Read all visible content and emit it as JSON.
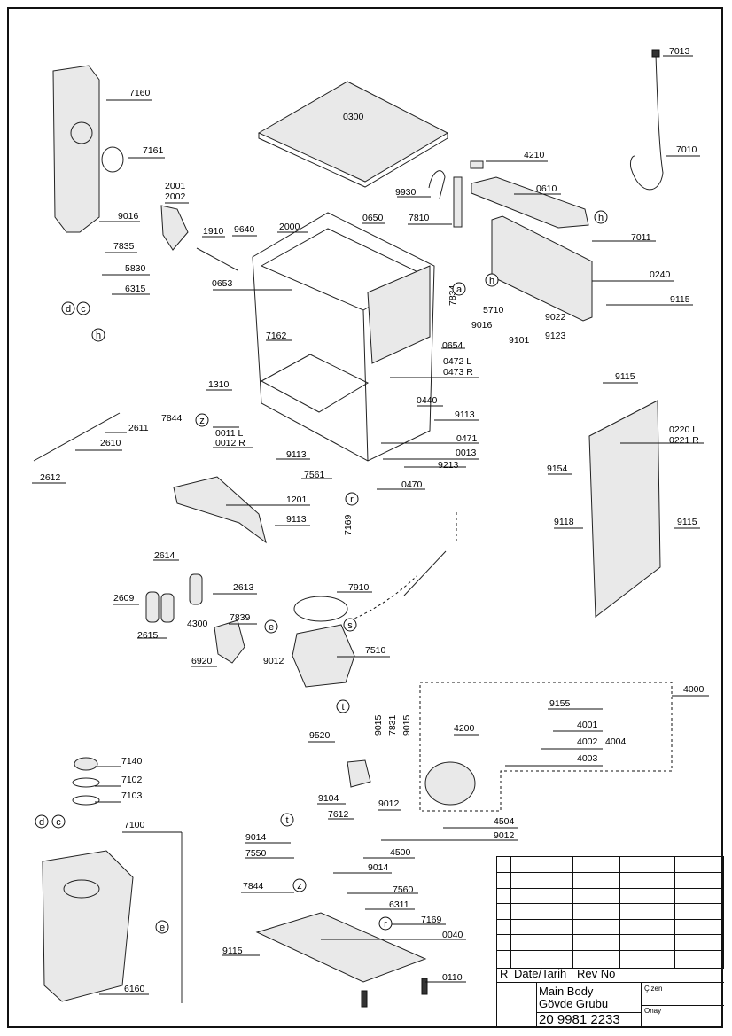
{
  "labels": {
    "l0300": "0300",
    "l7160": "7160",
    "l7161": "7161",
    "l7013": "7013",
    "l7010": "7010",
    "l4210": "4210",
    "l9930": "9930",
    "l0610": "0610",
    "l2001": "2001",
    "l2002": "2002",
    "l9016a": "9016",
    "l7810": "7810",
    "l1910": "1910",
    "l9640": "9640",
    "l2000": "2000",
    "l0650": "0650",
    "l7011": "7011",
    "l7835": "7835",
    "l5830": "5830",
    "l6315": "6315",
    "l0653": "0653",
    "l0240": "0240",
    "l9115a": "9115",
    "l7834": "7834",
    "l5710": "5710",
    "l9022": "9022",
    "l9016b": "9016",
    "l9123": "9123",
    "l9101": "9101",
    "l7162": "7162",
    "l0654": "0654",
    "l0472": "0472 L",
    "l0473": "0473 R",
    "l1310": "1310",
    "l0440": "0440",
    "l9115b": "9115",
    "l9113a": "9113",
    "l0220": "0220 L",
    "l0221": "0221 R",
    "l2611": "2611",
    "l7844a": "7844",
    "l0011": "0011 L",
    "l0012": "0012 R",
    "l0471": "0471",
    "l2610": "2610",
    "l9113b": "9113",
    "l0013": "0013",
    "l9213": "9213",
    "l9154": "9154",
    "l2612": "2612",
    "l7561": "7561",
    "l0470": "0470",
    "l1201": "1201",
    "l7169a": "7169",
    "l9113c": "9113",
    "l9118": "9118",
    "l9115c": "9115",
    "l2614": "2614",
    "l7910": "7910",
    "l2613": "2613",
    "l2609": "2609",
    "l4300": "4300",
    "l7839": "7839",
    "l2615": "2615",
    "l7510": "7510",
    "l6920": "6920",
    "l9012a": "9012",
    "l4000": "4000",
    "l9155": "9155",
    "l9015a": "9015",
    "l7831": "7831",
    "l9015b": "9015",
    "l4001": "4001",
    "l4200": "4200",
    "l4002": "4002",
    "l4004": "4004",
    "l9520": "9520",
    "l4003": "4003",
    "l7140": "7140",
    "l7102": "7102",
    "l7103": "7103",
    "l9104": "9104",
    "l9012b": "9012",
    "l7612": "7612",
    "l4504": "4504",
    "l7100": "7100",
    "l9014a": "9014",
    "l9012c": "9012",
    "l7550": "7550",
    "l4500": "4500",
    "l9014b": "9014",
    "l7844b": "7844",
    "l7560": "7560",
    "l6311": "6311",
    "l7169b": "7169",
    "l0040": "0040",
    "l9115d": "9115",
    "l0110": "0110",
    "l6160": "6160"
  },
  "callouts": {
    "d1": "d",
    "c1": "c",
    "h1": "h",
    "h2": "h",
    "a1": "a",
    "h3": "h",
    "z1": "z",
    "r1": "r",
    "s1": "s",
    "e1": "e",
    "t1": "t",
    "t2": "t",
    "z2": "z",
    "r2": "r",
    "d2": "d",
    "c2": "c",
    "e2": "e"
  },
  "title_block": {
    "rev_r": "R",
    "date_header": "Date/Tarih",
    "rev_no_header": "Rev No",
    "title_line1": "Main Body",
    "title_line2": "Gövde Grubu",
    "drawing_number": "20 9981 2233",
    "drawn_label": "Çizen",
    "approved_label": "Onay"
  }
}
